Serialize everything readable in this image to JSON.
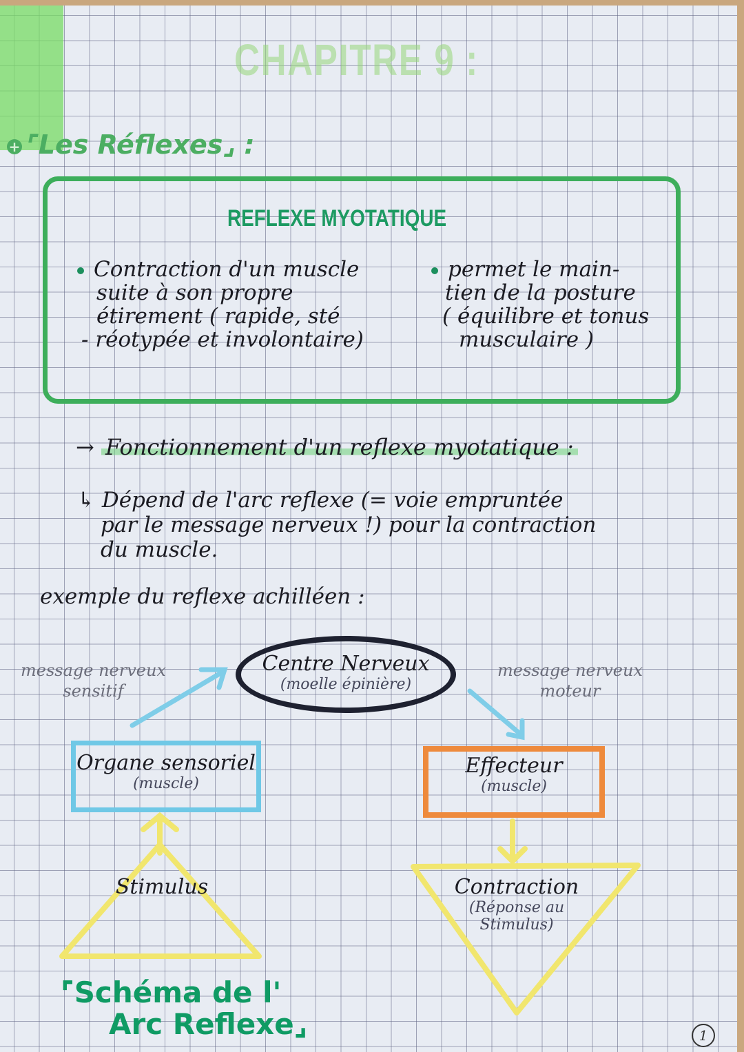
{
  "page": {
    "chapter_title": "CHAPITRE 9 :",
    "section_title": "⌜Les Réflexes⌟ :",
    "section_marker": "+",
    "colors": {
      "highlight_green": "#78dc64",
      "box_green": "#3dae5b",
      "title_teal": "#1c9a62",
      "sensory_blue": "#6fc8e6",
      "effector_orange": "#ee8a3c",
      "stimulus_yellow": "#f0e46a",
      "centre_black": "#1e2130"
    },
    "page_number": "1"
  },
  "definition": {
    "title": "REFLEXE MYOTATIQUE",
    "left_bullet": [
      "Contraction d'un muscle",
      "suite à son propre",
      "étirement ( rapide, sté",
      "- réotypée et involontaire)"
    ],
    "right_bullet": [
      "permet le main-",
      "tien de la posture",
      "( équilibre et tonus",
      "musculaire )"
    ]
  },
  "functioning": {
    "arrow": "→",
    "heading": "Fonctionnement d'un reflexe myotatique :",
    "depend_arrow": "↳",
    "depend_lines": [
      "Dépend de l'arc reflexe (= voie empruntée",
      "par le message nerveux !) pour la contraction",
      "du muscle."
    ],
    "example": "exemple du reflexe achilléen :"
  },
  "diagram": {
    "centre": {
      "label": "Centre Nerveux",
      "sub": "(moelle épinière)"
    },
    "sensory_message": [
      "message nerveux",
      "sensitif"
    ],
    "motor_message": [
      "message nerveux",
      "moteur"
    ],
    "sensory_organ": {
      "label": "Organe sensoriel",
      "sub": "(muscle)"
    },
    "effector": {
      "label": "Effecteur",
      "sub": "(muscle)"
    },
    "stimulus": {
      "label": "Stimulus"
    },
    "response": {
      "label": "Contraction",
      "sub_lines": [
        "(Réponse au",
        "Stimulus)"
      ]
    },
    "caption_lines": [
      "⌜Schéma de l'",
      "Arc Reflexe⌟"
    ]
  }
}
